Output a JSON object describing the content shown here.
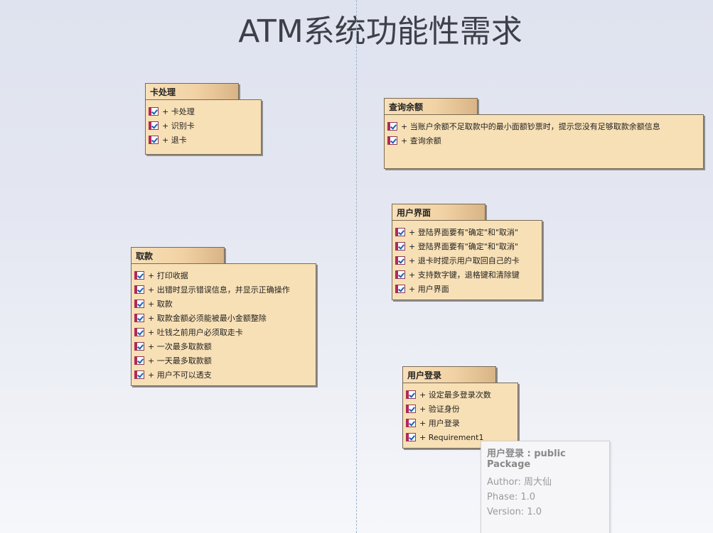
{
  "diagram": {
    "title": "ATM系统功能性需求"
  },
  "packages": {
    "card": {
      "name": "卡处理",
      "items": [
        "+ 卡处理",
        "+ 识别卡",
        "+ 退卡"
      ]
    },
    "balance": {
      "name": "查询余额",
      "items": [
        "+ 当账户余额不足取款中的最小面额钞票时，提示您没有足够取款余额信息",
        "+ 查询余额"
      ]
    },
    "ui": {
      "name": "用户界面",
      "items": [
        "+ 登陆界面要有\"确定\"和\"取消\"",
        "+ 登陆界面要有\"确定\"和\"取消\"",
        "+ 退卡时提示用户取回自己的卡",
        "+ 支持数字键，退格键和清除键",
        "+ 用户界面"
      ]
    },
    "withdraw": {
      "name": "取款",
      "items": [
        "+ 打印收据",
        "+ 出错时显示错误信息，并显示正确操作",
        "+ 取款",
        "+ 取款金额必须能被最小金额整除",
        "+ 吐钱之前用户必须取走卡",
        "+ 一次最多取款额",
        "+ 一天最多取款额",
        "+ 用户不可以透支"
      ]
    },
    "login": {
      "name": "用户登录",
      "items": [
        "+ 设定最多登录次数",
        "+ 验证身份",
        "+ 用户登录",
        "+ Requirement1"
      ]
    }
  },
  "tooltip": {
    "title": "用户登录 : public Package",
    "author": "Author: 周大仙",
    "phase": "Phase: 1.0",
    "version": "Version: 1.0"
  },
  "icons": {
    "item_icon": "requirement-check-icon"
  }
}
